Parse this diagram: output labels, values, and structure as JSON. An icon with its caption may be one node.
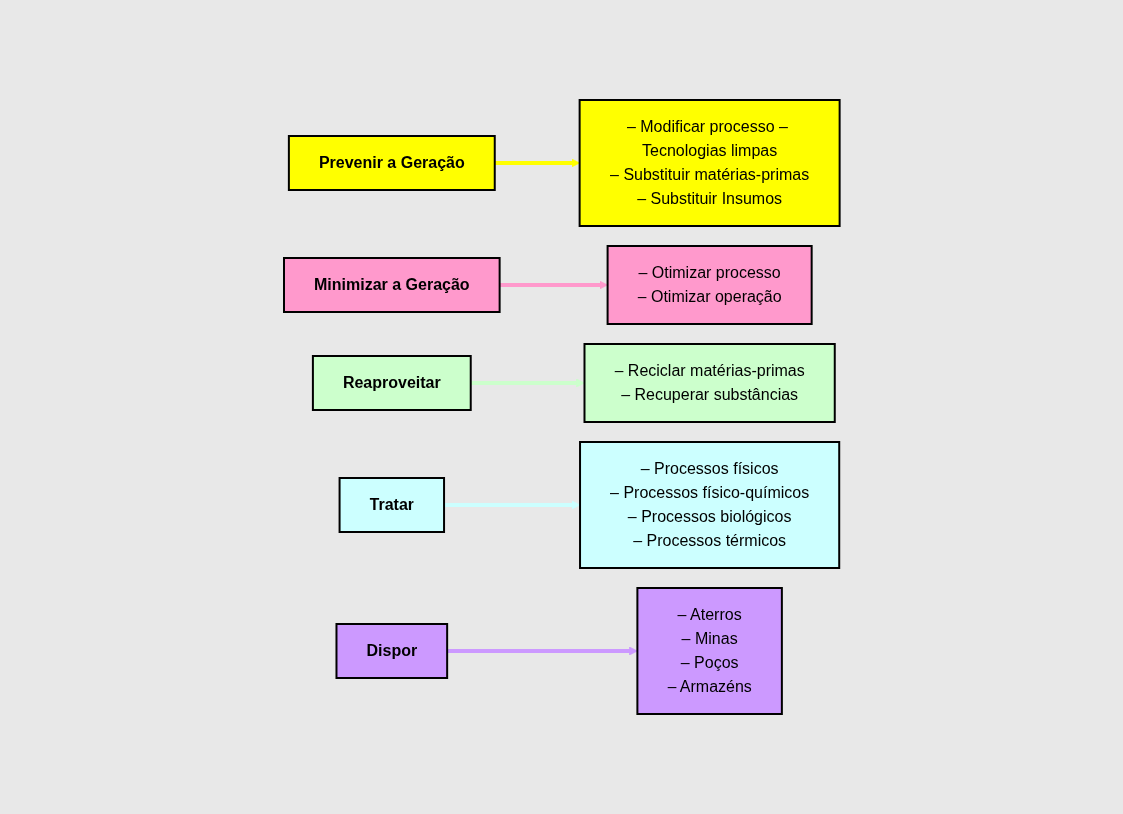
{
  "diagram": {
    "nodes": [
      {
        "text": [
          "Prevenir a Geração"
        ]
      },
      {
        "text": [
          "Minimizar a Geração"
        ]
      },
      {
        "text": [
          "Reaproveitar"
        ]
      },
      {
        "text": [
          "Tratar"
        ]
      },
      {
        "text": [
          "Dispor"
        ]
      },
      {
        "text": [
          "– Modificar processo – Tecnologias limpas",
          "– Substituir matérias-primas",
          "– Substituir Insumos"
        ]
      },
      {
        "text": [
          "– Otimizar processo",
          "– Otimizar operação"
        ]
      },
      {
        "text": [
          "– Reciclar matérias-primas",
          "– Recuperar substâncias"
        ]
      },
      {
        "text": [
          "– Processos físicos",
          "– Processos físico-químicos",
          "– Processos biológicos",
          "– Processos térmicos"
        ]
      },
      {
        "text": [
          "– Aterros",
          "– Minas",
          "– Poços",
          "– Armazéns"
        ]
      }
    ],
    "edges": [
      {
        "from": 0,
        "to": 5,
        "arrow": "to",
        "color": "#ffff00"
      },
      {
        "from": 1,
        "to": 6,
        "arrow": "to",
        "color": "#ff99cc"
      },
      {
        "from": 2,
        "to": 7,
        "arrow": "to",
        "color": "#ccffcc"
      },
      {
        "from": 3,
        "to": 8,
        "arrow": "to",
        "color": "#ccffff"
      },
      {
        "from": 4,
        "to": 9,
        "arrow": "to",
        "color": "#cc99ff"
      }
    ]
  }
}
